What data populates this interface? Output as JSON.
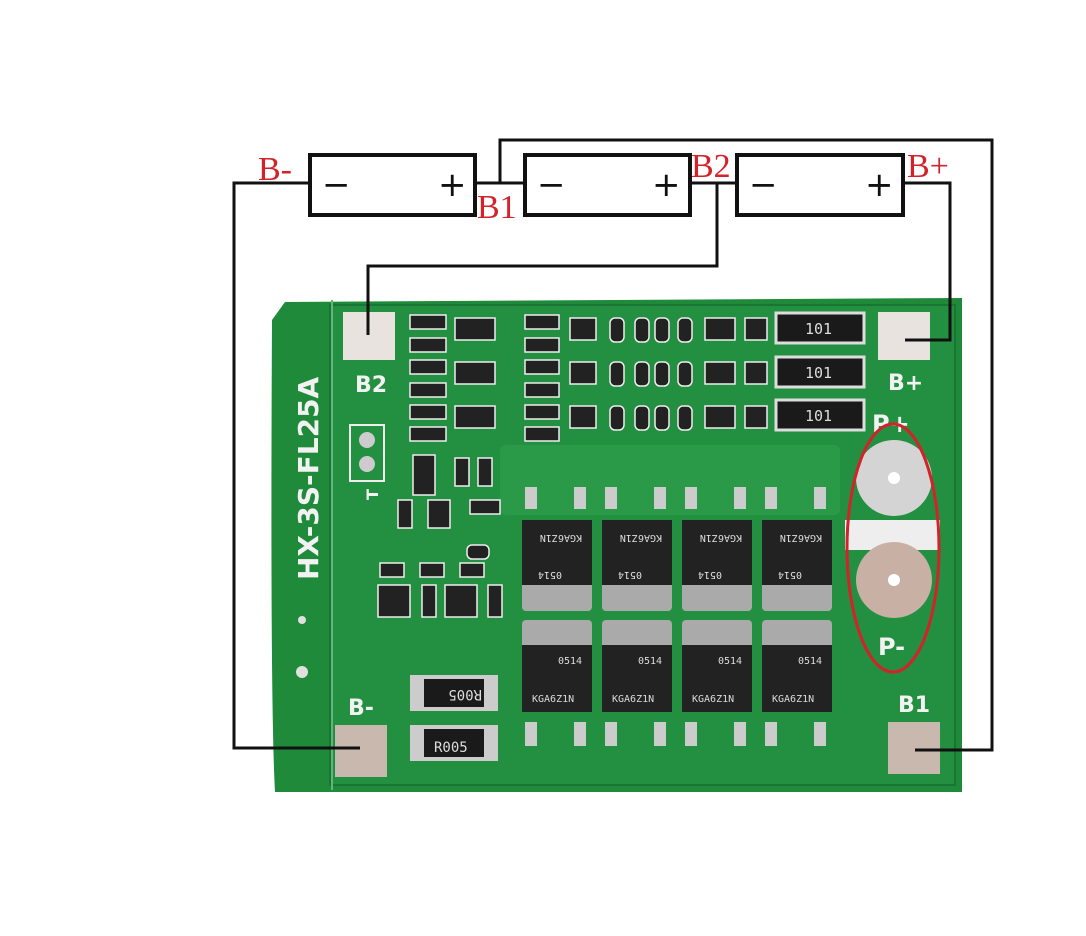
{
  "cells": [
    {
      "minus": "−",
      "plus": "+"
    },
    {
      "minus": "−",
      "plus": "+"
    },
    {
      "minus": "−",
      "plus": "+"
    }
  ],
  "wire_labels": {
    "b_minus": "B-",
    "b1": "B1",
    "b2": "B2",
    "b_plus": "B+"
  },
  "board": {
    "model": "HX-3S-FL25A",
    "pads": {
      "b2": "B2",
      "b_plus": "B+",
      "b_minus": "B-",
      "b1": "B1",
      "p_plus": "P+",
      "p_minus": "P-",
      "t": "T"
    },
    "resistor_101": "101",
    "resistor_r005": "R005",
    "mosfet_marking": "KGA6Z1N",
    "mosfet_date": "0514"
  },
  "colors": {
    "board": "#1e8a3a",
    "label_red": "#d3222a",
    "highlight_ellipse": "#d3222a",
    "pad": "#c9b8ad"
  }
}
